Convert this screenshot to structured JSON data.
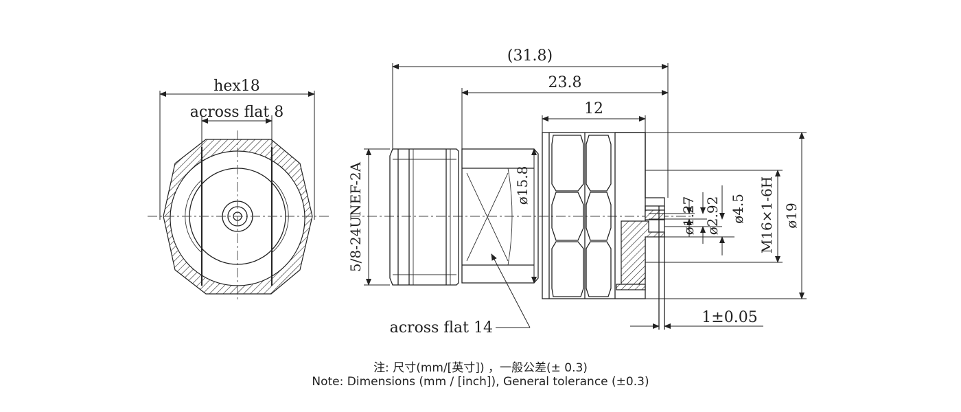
{
  "dimensions": {
    "hex": "hex18",
    "across_flat_8": "across flat 8",
    "overall_length": "(31.8)",
    "body_length": "23.8",
    "nut_length": "12",
    "thread": "5/8-24UNEF-2A",
    "dia_15_8": "ø15.8",
    "dia_1_27": "ø1.27",
    "dia_2_92": "ø2.92",
    "dia_4_5": "ø4.5",
    "mount_thread": "M16×1-6H",
    "dia_19": "ø19",
    "flange": "1±0.05",
    "across_flat_14": "across flat 14"
  },
  "notes": {
    "chinese": "注: 尺寸(mm/[英寸]) ，一般公差(± 0.3)",
    "english": "Note: Dimensions (mm / [inch]), General tolerance (±0.3)"
  }
}
